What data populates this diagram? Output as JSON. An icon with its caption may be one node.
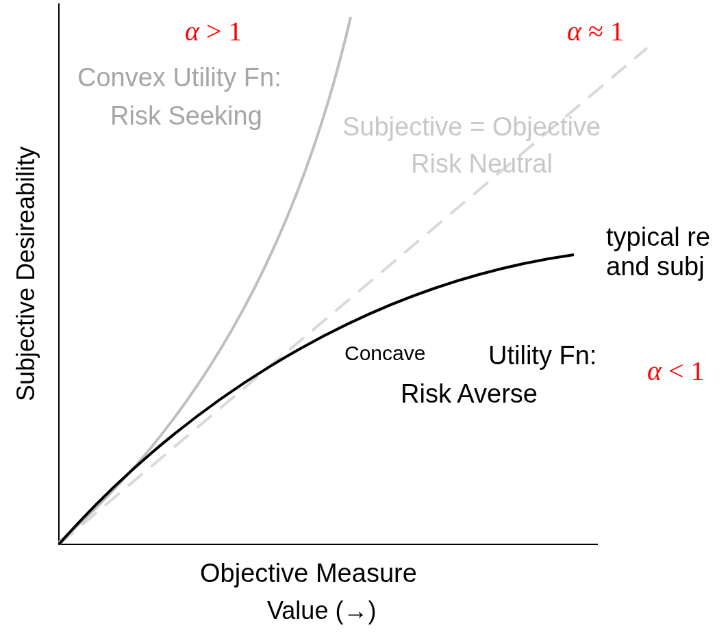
{
  "diagram": {
    "labels": [
      "*α* > 1",
      "*α* ≈ 1",
      "Convex Utility Fn:",
      "Risk Seeking",
      "Subjective = Objective",
      "Risk Neutral",
      "typical re",
      "and subj",
      "Concave",
      "Utility Fn:",
      "*α* < 1",
      "Risk Averse",
      "Subjective Desireability",
      "Objective Measure",
      "Value (→)"
    ]
  }
}
